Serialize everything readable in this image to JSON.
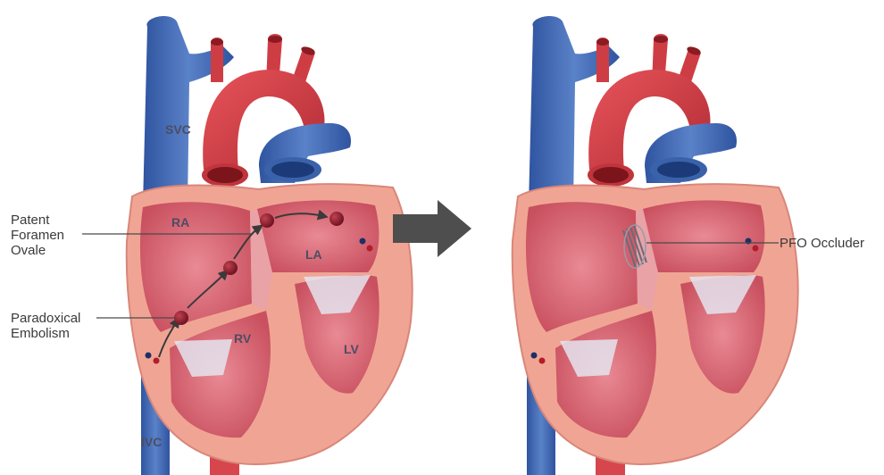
{
  "labels": {
    "svc": "SVC",
    "ra": "RA",
    "la": "LA",
    "rv": "RV",
    "lv": "LV",
    "ivc": "IVC",
    "pfo_line1": "Patent",
    "pfo_line2": "Foramen",
    "pfo_line3": "Ovale",
    "embolism_line1": "Paradoxical",
    "embolism_line2": "Embolism",
    "occluder": "PFO Occluder"
  },
  "colors": {
    "vein_blue": "#3d63ad",
    "artery_red": "#c9343b",
    "myocardium": "#f2a393",
    "chamber_fill": "#dd6f7c",
    "septum": "#e9a2a6",
    "embolus": "#8c1c2a",
    "arrow_gray": "#4e4e4e",
    "label_text": "#3a3a3a"
  },
  "icons": {
    "transition_arrow": "right-arrow-icon",
    "embolus": "embolus-dot",
    "occluder": "occluder-device"
  }
}
